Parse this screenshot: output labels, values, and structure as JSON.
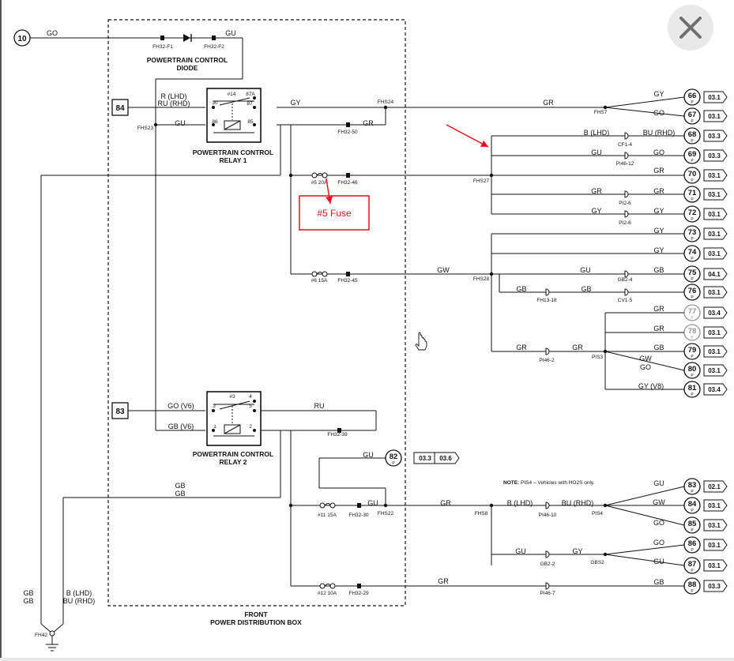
{
  "viewer": {
    "close_icon": "close-icon"
  },
  "labels": {
    "diode_title_1": "POWERTRAIN CONTROL",
    "diode_title_2": "DIODE",
    "relay1_title_1": "POWERTRAIN CONTROL",
    "relay1_title_2": "RELAY 1",
    "relay2_title_1": "POWERTRAIN CONTROL",
    "relay2_title_2": "RELAY 2",
    "box_title_1": "FRONT",
    "box_title_2": "POWER DISTRIBUTION BOX",
    "note_bold": "NOTE:",
    "note_text": " PIS4 – Vehicles with HO2S only.",
    "fuse_callout": "#5 Fuse"
  },
  "circles": [
    {
      "id": "10",
      "p": ""
    },
    {
      "id": "66",
      "p": "P"
    },
    {
      "id": "67",
      "p": "P"
    },
    {
      "id": "68",
      "p": "P"
    },
    {
      "id": "69",
      "p": "P"
    },
    {
      "id": "70",
      "p": "P"
    },
    {
      "id": "71",
      "p": "P"
    },
    {
      "id": "72",
      "p": "P"
    },
    {
      "id": "73",
      "p": "P"
    },
    {
      "id": "74",
      "p": "P"
    },
    {
      "id": "75",
      "p": "P"
    },
    {
      "id": "76",
      "p": "P"
    },
    {
      "id": "77",
      "p": "P"
    },
    {
      "id": "78",
      "p": "P"
    },
    {
      "id": "79",
      "p": "P"
    },
    {
      "id": "80",
      "p": "P"
    },
    {
      "id": "81",
      "p": "P"
    },
    {
      "id": "82",
      "p": "P"
    },
    {
      "id": "83",
      "p": "P"
    },
    {
      "id": "84",
      "p": "P"
    },
    {
      "id": "85",
      "p": "P"
    },
    {
      "id": "86",
      "p": "P"
    },
    {
      "id": "87",
      "p": "P"
    },
    {
      "id": "88",
      "p": "P"
    }
  ],
  "boxes": [
    {
      "id": "84"
    },
    {
      "id": "83"
    }
  ],
  "page_refs": [
    "03.1",
    "03.1",
    "03.3",
    "03.3",
    "03.1",
    "03.1",
    "03.1",
    "03.1",
    "03.1",
    "04.1",
    "03.1",
    "03.4",
    "03.1",
    "03.1",
    "03.1",
    "03.4",
    "02.1",
    "03.1",
    "03.1",
    "03.1",
    "03.1",
    "03.3",
    "03.3",
    "03.6"
  ],
  "wire_colors": [
    "GO",
    "GU",
    "R (LHD)",
    "RU (RHD)",
    "GY",
    "GU",
    "GR",
    "GR",
    "GY",
    "GO",
    "B (LHD)",
    "BU (RHD)",
    "GU",
    "GO",
    "GR",
    "GR",
    "GR",
    "GY",
    "GY",
    "GY",
    "GY",
    "GW",
    "GU",
    "GB",
    "GB",
    "GB",
    "GR",
    "GR",
    "GR",
    "GR",
    "GB",
    "GW",
    "GO",
    "GY (V8)",
    "GO (V6)",
    "GB (V6)",
    "RU",
    "GU",
    "GU",
    "GR",
    "B (LHD)",
    "BU (RHD)",
    "GU",
    "GW",
    "GO",
    "GO",
    "GU",
    "GY",
    "GU",
    "GR",
    "GB",
    "GB",
    "GB",
    "GB",
    "GB",
    "B (LHD)",
    "BU (RHD)",
    "B (LHD)",
    "BU (RHD)"
  ],
  "components": [
    "FH32-F1",
    "FH32-F2",
    "FHS23",
    "FHS24",
    "FH32-50",
    "FHS7",
    "CF1-4",
    "PI46-12",
    "FHS27",
    "PI2-6",
    "PI2-8",
    "#5 20A",
    "FH32-46",
    "#6 15A",
    "FH32-45",
    "FHS28",
    "GB2-4",
    "FH13-18",
    "CV1-5",
    "PI46-2",
    "PIS3",
    "FH32-39",
    "#11 15A",
    "FH32-30",
    "FHS22",
    "FHS8",
    "PI46-10",
    "PIS4",
    "GB2-2",
    "GBS2",
    "#12 10A",
    "FH32-29",
    "PI46-7",
    "FH42"
  ],
  "pins": [
    "30",
    "#14",
    "87A",
    "87",
    "86",
    "85",
    "3",
    "#3",
    "4",
    "5",
    "1",
    "2"
  ]
}
